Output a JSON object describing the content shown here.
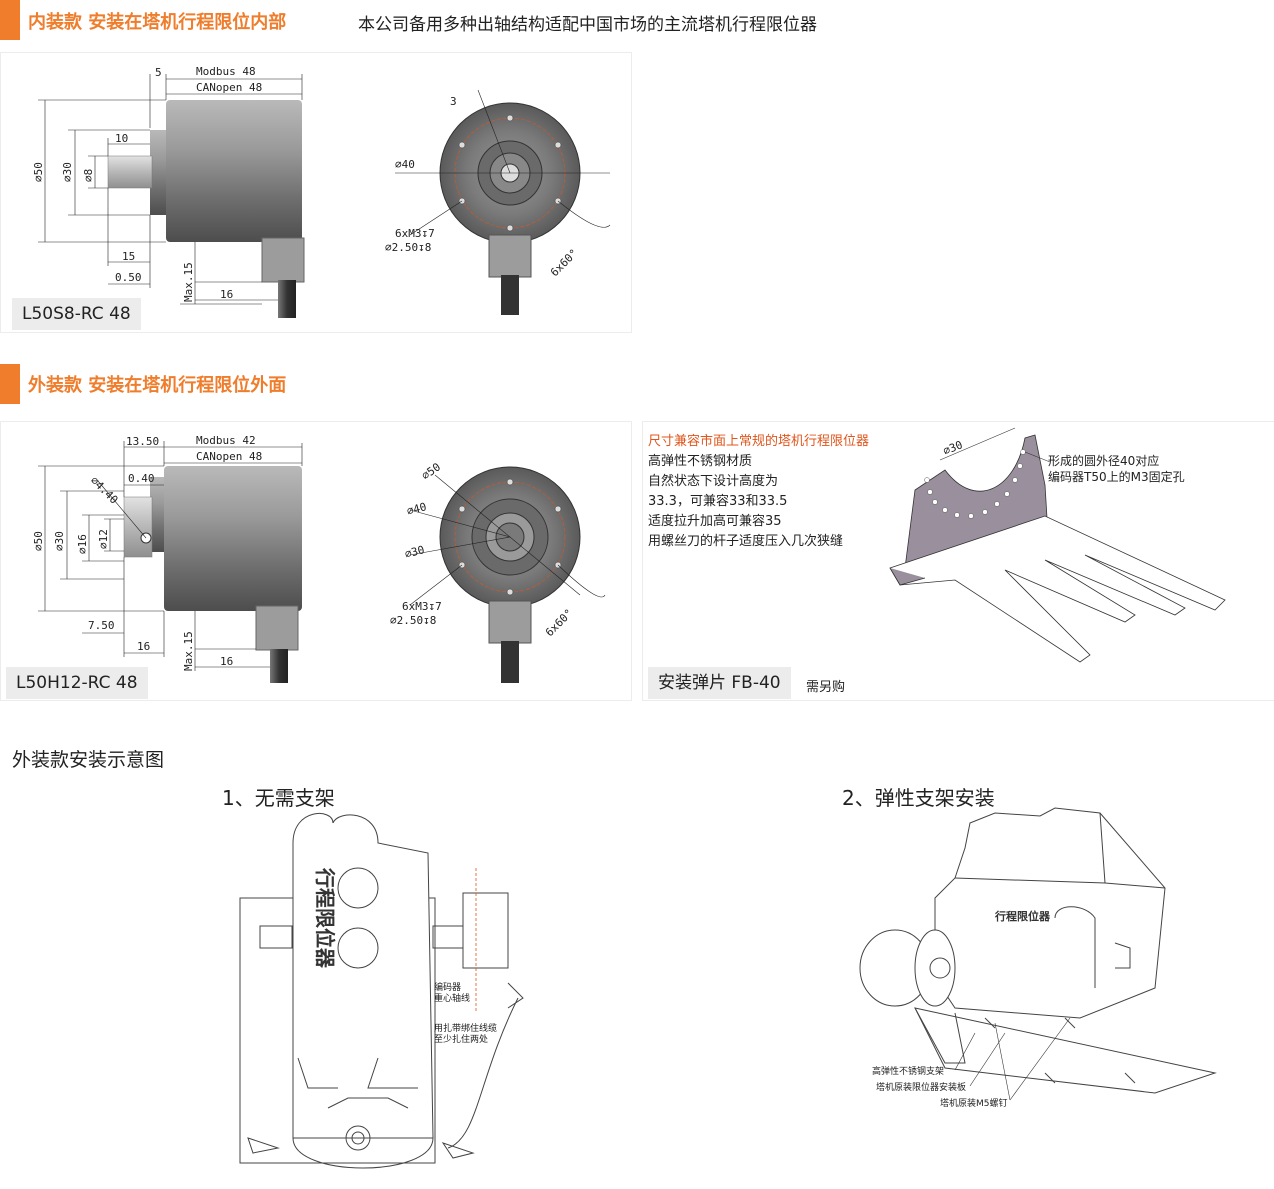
{
  "section1": {
    "title": "内装款   安装在塔机行程限位内部",
    "intro": "本公司备用多种出轴结构适配中国市场的主流塔机行程限位器",
    "model": "L50S8-RC 48",
    "dims": {
      "d5": "5",
      "modbus": "Modbus  48",
      "canopen": "CANopen 48",
      "d10": "10",
      "phi50": "⌀50",
      "phi30": "⌀30",
      "phi8": "⌀8",
      "d15": "15",
      "d050": "0.50",
      "max15": "Max.15",
      "d16": "16",
      "d3": "3",
      "phi40": "⌀40",
      "holes": "6xM3↧7",
      "holes2": "⌀2.50↧8",
      "angle": "6x60°"
    }
  },
  "section2": {
    "title": "外装款   安装在塔机行程限位外面",
    "model": "L50H12-RC 48",
    "dims": {
      "d1350": "13.50",
      "modbus": "Modbus  42",
      "canopen": "CANopen 48",
      "d040": "0.40",
      "phi440": "⌀4.40",
      "phi50": "⌀50",
      "phi30": "⌀30",
      "phi16": "⌀16",
      "phi12": "⌀12",
      "d750": "7.50",
      "d16a": "16",
      "max15": "Max.15",
      "d16b": "16",
      "c_phi50": "⌀50",
      "c_phi40": "⌀40",
      "c_phi30": "⌀30",
      "holes": "6xM3↧7",
      "holes2": "⌀2.50↧8",
      "angle": "6x60°"
    },
    "bracket": {
      "headline": "尺寸兼容市面上常规的塔机行程限位器",
      "lines": [
        "高弹性不锈钢材质",
        "自然状态下设计高度为",
        "33.3，可兼容33和33.5",
        "适度拉升加高可兼容35",
        "用螺丝刀的杆子适度压入几次狭缝"
      ],
      "phi30": "⌀30",
      "note1": "形成的圆外径40对应",
      "note2": "编码器T50上的M3固定孔",
      "model": "安装弹片 FB-40",
      "buy": "需另购"
    }
  },
  "section3": {
    "title": "外装款安装示意图",
    "item1": "1、无需支架",
    "item2": "2、弹性支架安装",
    "d1": {
      "box_text": "行程限位器",
      "label1a": "编码器",
      "label1b": "重心轴线",
      "label2a": "用扎带绑住线缆",
      "label2b": "至少扎住两处"
    },
    "d2": {
      "box_text": "行程限位器",
      "label1": "高弹性不锈钢支架",
      "label2": "塔机原装限位器安装板",
      "label3": "塔机原装M5螺钉"
    }
  },
  "colors": {
    "accent": "#ef7d2c",
    "panel_label_bg": "#ececec",
    "bracket_purple": "#9a8f9c",
    "dim_orange": "#e0551c"
  }
}
